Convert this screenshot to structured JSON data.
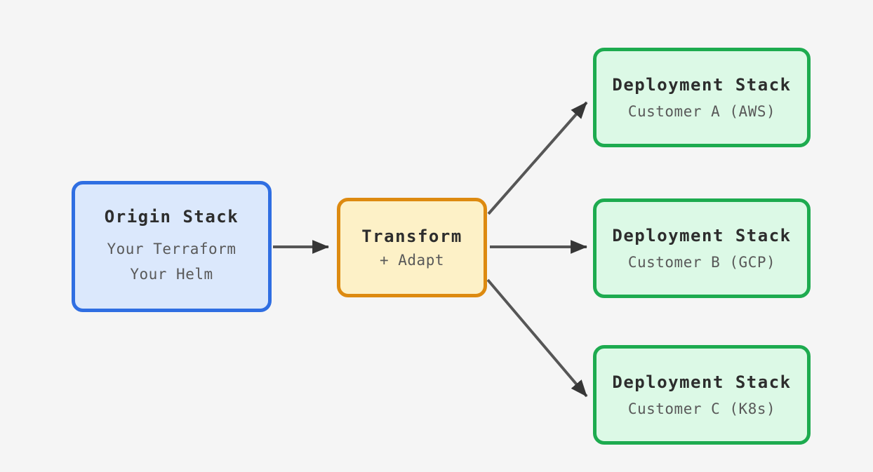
{
  "diagram": {
    "origin": {
      "title": "Origin Stack",
      "lines": [
        "Your Terraform",
        "Your Helm"
      ]
    },
    "transform": {
      "title": "Transform",
      "subtitle": "+ Adapt"
    },
    "deployments": [
      {
        "title": "Deployment Stack",
        "subtitle": "Customer A (AWS)"
      },
      {
        "title": "Deployment Stack",
        "subtitle": "Customer B (GCP)"
      },
      {
        "title": "Deployment Stack",
        "subtitle": "Customer C (K8s)"
      }
    ],
    "arrows": [
      {
        "name": "origin-to-transform"
      },
      {
        "name": "transform-to-customer-a"
      },
      {
        "name": "transform-to-customer-b"
      },
      {
        "name": "transform-to-customer-c"
      }
    ]
  },
  "colors": {
    "page_bg": "#f5f5f5",
    "origin_fill": "#dbe8fc",
    "origin_border": "#2f6ee2",
    "transform_fill": "#fdf1c7",
    "transform_border": "#dd8a10",
    "deploy_fill": "#dcf9e6",
    "deploy_border": "#1dab4f",
    "arrow_line": "#565656",
    "arrow_head": "#363636",
    "title_text": "#2d2d2d",
    "subtitle_text": "#595959"
  }
}
